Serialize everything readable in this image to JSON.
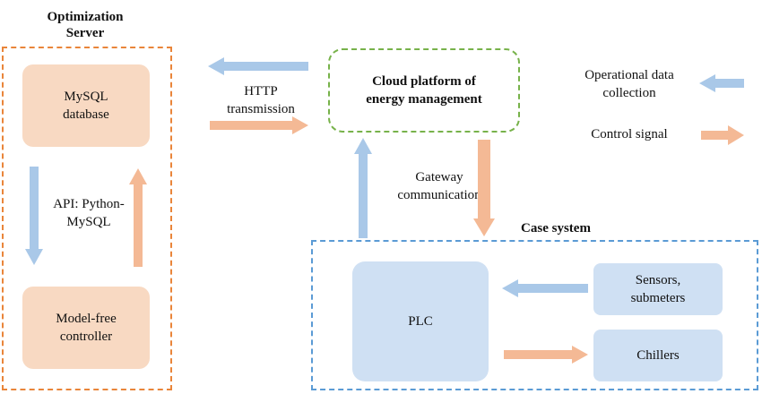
{
  "optimization_server": {
    "title": "Optimization\nServer",
    "mysql_label": "MySQL\ndatabase",
    "controller_label": "Model-free\ncontroller",
    "api_label": "API: Python-\nMySQL"
  },
  "http_label": "HTTP\ntransmission",
  "cloud": {
    "label": "Cloud platform of\nenergy management"
  },
  "gateway_label": "Gateway\ncommunication",
  "case_system": {
    "title": "Case system",
    "plc_label": "PLC",
    "sensors_label": "Sensors,\nsubmeters",
    "chillers_label": "Chillers"
  },
  "legend": {
    "operational_label": "Operational data\ncollection",
    "control_label": "Control signal"
  },
  "colors": {
    "data_arrow": "#A9C8E8",
    "control_arrow": "#F4B995",
    "server_border": "#E9853A",
    "cloud_border": "#77B24A",
    "case_border": "#5B9BD5"
  }
}
